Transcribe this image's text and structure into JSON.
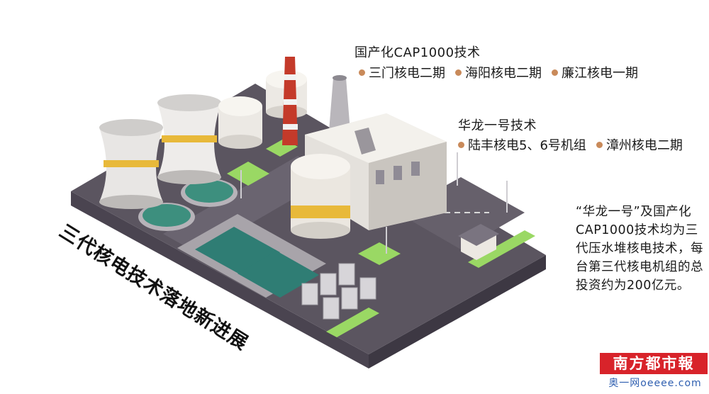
{
  "headings": {
    "cap1000": "国产化CAP1000技术",
    "hualong": "华龙一号技术"
  },
  "cap1000_projects": [
    "三门核电二期",
    "海阳核电二期",
    "廉江核电一期"
  ],
  "hualong_projects": [
    "陆丰核电5、6号机组",
    "漳州核电二期"
  ],
  "side_note": "“华龙一号”及国产化CAP1000技术均为三代压水堆核电技术，每台第三代核电机组的总投资约为200亿元。",
  "slogan": "三代核电技术落地新进展",
  "logo": {
    "text": "南方都市報",
    "color": "#d8232a"
  },
  "watermark": "奥一网oeeee.com",
  "colors": {
    "bullet": "#c98a5a",
    "ground": "#5b5560",
    "grass": "#9ad864",
    "reactor_band": "#e8b93a"
  }
}
